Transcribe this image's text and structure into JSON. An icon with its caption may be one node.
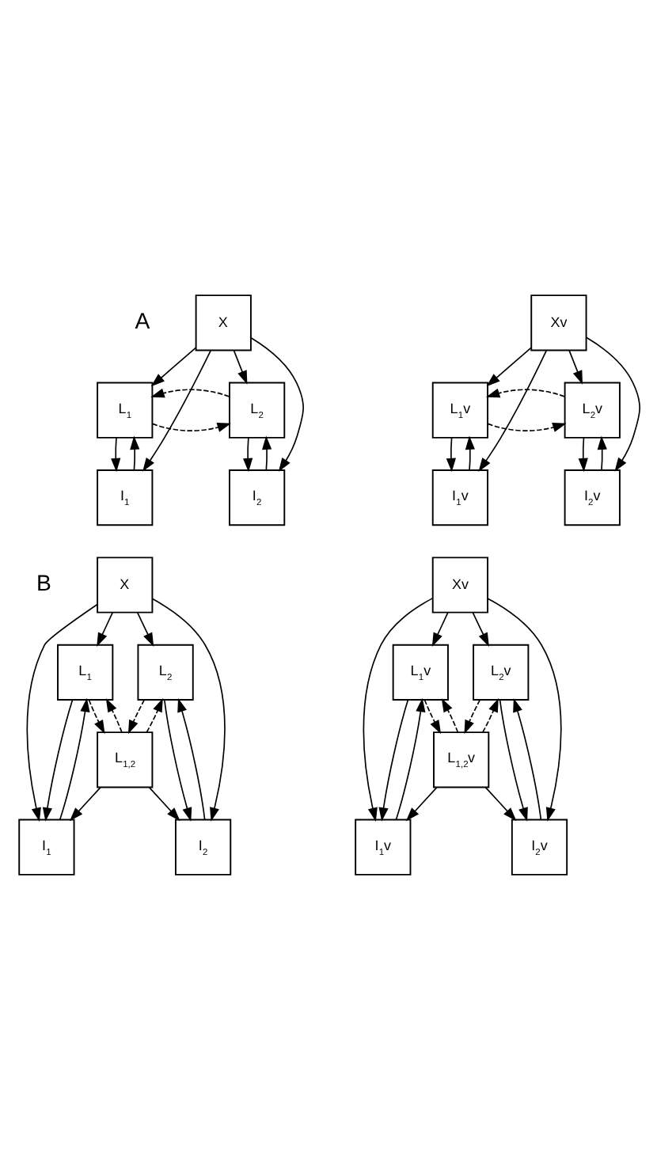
{
  "diagram": {
    "nodes": [
      {
        "text": [
          "X"
        ]
      },
      {
        "text": [
          "L$_{1}$"
        ]
      },
      {
        "text": [
          "L$_{2}$"
        ]
      },
      {
        "text": [
          "I$_{1}$"
        ]
      },
      {
        "text": [
          "I$_{2}$"
        ]
      },
      {
        "text": [
          "Xv"
        ]
      },
      {
        "text": [
          "L$_{1}$v"
        ]
      },
      {
        "text": [
          "L$_{2}$v"
        ]
      },
      {
        "text": [
          "I$_{1}$v"
        ]
      },
      {
        "text": [
          "I$_{2}$v"
        ]
      },
      {
        "text": [
          "X"
        ]
      },
      {
        "text": [
          "L$_{1}$"
        ]
      },
      {
        "text": [
          "L$_{2}$"
        ]
      },
      {
        "text": [
          "L$_{1,2}$"
        ]
      },
      {
        "text": [
          "I$_{1}$"
        ]
      },
      {
        "text": [
          "I$_{2}$"
        ]
      },
      {
        "text": [
          "Xv"
        ]
      },
      {
        "text": [
          "L$_{1}$v"
        ]
      },
      {
        "text": [
          "L$_{2}$v"
        ]
      },
      {
        "text": [
          "L$_{1,2}$v"
        ]
      },
      {
        "text": [
          "I$_{1}$v"
        ]
      },
      {
        "text": [
          "I$_{2}$v"
        ]
      }
    ],
    "edges": [
      {
        "from": 0,
        "to": 1,
        "arrow": "to"
      },
      {
        "from": 0,
        "to": 2,
        "arrow": "to"
      },
      {
        "from": 0,
        "to": 3,
        "arrow": "to"
      },
      {
        "from": 0,
        "to": 4,
        "arrow": "to"
      },
      {
        "from": 1,
        "to": 2,
        "arrow": "to",
        "style": "dashed"
      },
      {
        "from": 2,
        "to": 1,
        "arrow": "to",
        "style": "dashed"
      },
      {
        "from": 1,
        "to": 3,
        "arrow": "to"
      },
      {
        "from": 3,
        "to": 1,
        "arrow": "to"
      },
      {
        "from": 2,
        "to": 4,
        "arrow": "to"
      },
      {
        "from": 4,
        "to": 2,
        "arrow": "to"
      },
      {
        "from": 5,
        "to": 6,
        "arrow": "to"
      },
      {
        "from": 5,
        "to": 7,
        "arrow": "to"
      },
      {
        "from": 5,
        "to": 8,
        "arrow": "to"
      },
      {
        "from": 5,
        "to": 9,
        "arrow": "to"
      },
      {
        "from": 6,
        "to": 7,
        "arrow": "to",
        "style": "dashed"
      },
      {
        "from": 7,
        "to": 6,
        "arrow": "to",
        "style": "dashed"
      },
      {
        "from": 6,
        "to": 8,
        "arrow": "to"
      },
      {
        "from": 8,
        "to": 6,
        "arrow": "to"
      },
      {
        "from": 7,
        "to": 9,
        "arrow": "to"
      },
      {
        "from": 9,
        "to": 7,
        "arrow": "to"
      },
      {
        "from": 10,
        "to": 11,
        "arrow": "to"
      },
      {
        "from": 10,
        "to": 12,
        "arrow": "to"
      },
      {
        "from": 10,
        "to": 14,
        "arrow": "to"
      },
      {
        "from": 10,
        "to": 15,
        "arrow": "to"
      },
      {
        "from": 11,
        "to": 13,
        "arrow": "to",
        "style": "dashed"
      },
      {
        "from": 13,
        "to": 11,
        "arrow": "to",
        "style": "dashed"
      },
      {
        "from": 12,
        "to": 13,
        "arrow": "to",
        "style": "dashed"
      },
      {
        "from": 13,
        "to": 12,
        "arrow": "to",
        "style": "dashed"
      },
      {
        "from": 11,
        "to": 14,
        "arrow": "to"
      },
      {
        "from": 14,
        "to": 11,
        "arrow": "to"
      },
      {
        "from": 12,
        "to": 15,
        "arrow": "to"
      },
      {
        "from": 15,
        "to": 12,
        "arrow": "to"
      },
      {
        "from": 13,
        "to": 14,
        "arrow": "to"
      },
      {
        "from": 13,
        "to": 15,
        "arrow": "to"
      },
      {
        "from": 16,
        "to": 17,
        "arrow": "to"
      },
      {
        "from": 16,
        "to": 18,
        "arrow": "to"
      },
      {
        "from": 16,
        "to": 20,
        "arrow": "to"
      },
      {
        "from": 16,
        "to": 21,
        "arrow": "to"
      },
      {
        "from": 17,
        "to": 19,
        "arrow": "to",
        "style": "dashed"
      },
      {
        "from": 19,
        "to": 17,
        "arrow": "to",
        "style": "dashed"
      },
      {
        "from": 18,
        "to": 19,
        "arrow": "to",
        "style": "dashed"
      },
      {
        "from": 19,
        "to": 18,
        "arrow": "to",
        "style": "dashed"
      },
      {
        "from": 17,
        "to": 20,
        "arrow": "to"
      },
      {
        "from": 20,
        "to": 17,
        "arrow": "to"
      },
      {
        "from": 18,
        "to": 21,
        "arrow": "to"
      },
      {
        "from": 21,
        "to": 18,
        "arrow": "to"
      },
      {
        "from": 19,
        "to": 20,
        "arrow": "to"
      },
      {
        "from": 19,
        "to": 21,
        "arrow": "to"
      }
    ],
    "labels": [
      "A",
      "B"
    ]
  }
}
